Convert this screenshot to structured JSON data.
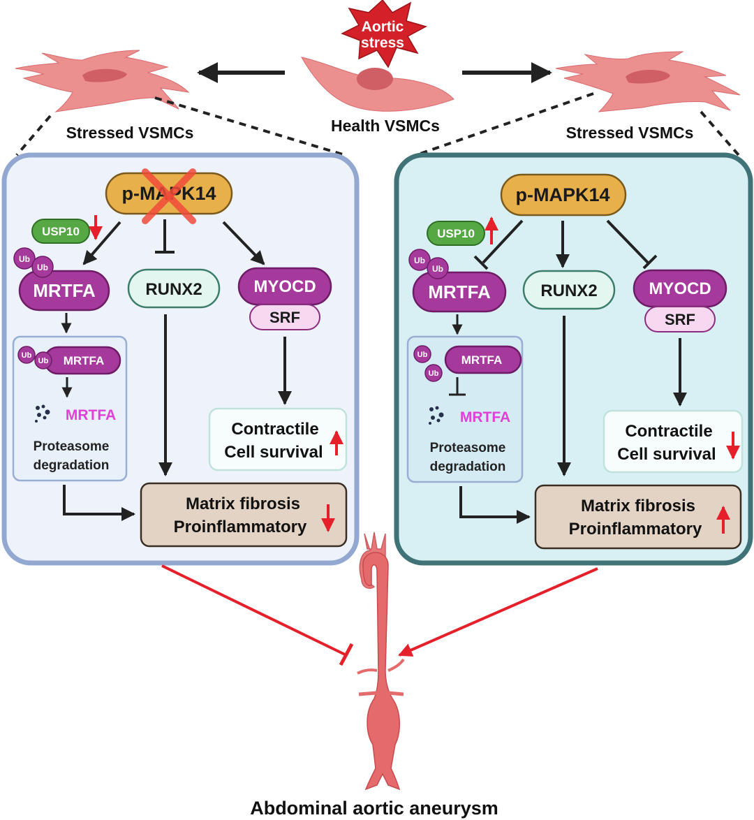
{
  "top": {
    "stress_label_line1": "Aortic",
    "stress_label_line2": "stress",
    "healthy_label": "Health VSMCs",
    "left_stressed_label": "Stressed VSMCs",
    "right_stressed_label": "Stressed VSMCs"
  },
  "left_panel": {
    "kinase": "p-MAPK14",
    "kinase_inhibited": true,
    "usp10": "USP10",
    "usp10_trend": "down",
    "ub1": "Ub",
    "ub2": "Ub",
    "mrtfa": "MRTFA",
    "runx2": "RUNX2",
    "myocd": "MYOCD",
    "srf": "SRF",
    "sub_mrtfa": "MRTFA",
    "degraded_mrtfa": "MRTFA",
    "proteasome_line1": "Proteasome",
    "proteasome_line2": "degradation",
    "contractile_line1": "Contractile",
    "contractile_line2": "Cell survival",
    "contractile_trend": "up",
    "fibrosis_line1": "Matrix fibrosis",
    "fibrosis_line2": "Proinflammatory",
    "fibrosis_trend": "down"
  },
  "right_panel": {
    "kinase": "p-MAPK14",
    "kinase_inhibited": false,
    "usp10": "USP10",
    "usp10_trend": "up",
    "ub1": "Ub",
    "ub2": "Ub",
    "mrtfa": "MRTFA",
    "runx2": "RUNX2",
    "myocd": "MYOCD",
    "srf": "SRF",
    "sub_mrtfa": "MRTFA",
    "degraded_mrtfa": "MRTFA",
    "proteasome_line1": "Proteasome",
    "proteasome_line2": "degradation",
    "contractile_line1": "Contractile",
    "contractile_line2": "Cell survival",
    "contractile_trend": "down",
    "fibrosis_line1": "Matrix fibrosis",
    "fibrosis_line2": "Proinflammatory",
    "fibrosis_trend": "up"
  },
  "bottom": {
    "outcome_label": "Abdominal aortic aneurysm"
  },
  "colors": {
    "left_panel_border": "#92a8d1",
    "left_panel_fill": "#eef3fb",
    "right_panel_border": "#3f7377",
    "right_panel_fill": "#d8f0f4",
    "kinase_fill": "#e8b04b",
    "kinase_stroke": "#7a5a1c",
    "usp10_fill": "#56a845",
    "mrtfa_fill": "#a53a9c",
    "mrtfa_stroke": "#6e1c67",
    "runx2_fill": "#e4f6f0",
    "runx2_stroke": "#3c7d6a",
    "srf_fill": "#f6d8f0",
    "degraded_text": "#e040d8",
    "outcome_fill": "#e3d3c4",
    "outcome_stroke": "#3a2e22",
    "contractile_fill": "#f7fdfc",
    "contractile_stroke": "#bfe3dc",
    "trend_red": "#e5202a",
    "cell_fill": "#ec8f8f",
    "cell_nucleus": "#cf5f64",
    "stress_star": "#d42028",
    "aorta": "#e56a6c"
  }
}
